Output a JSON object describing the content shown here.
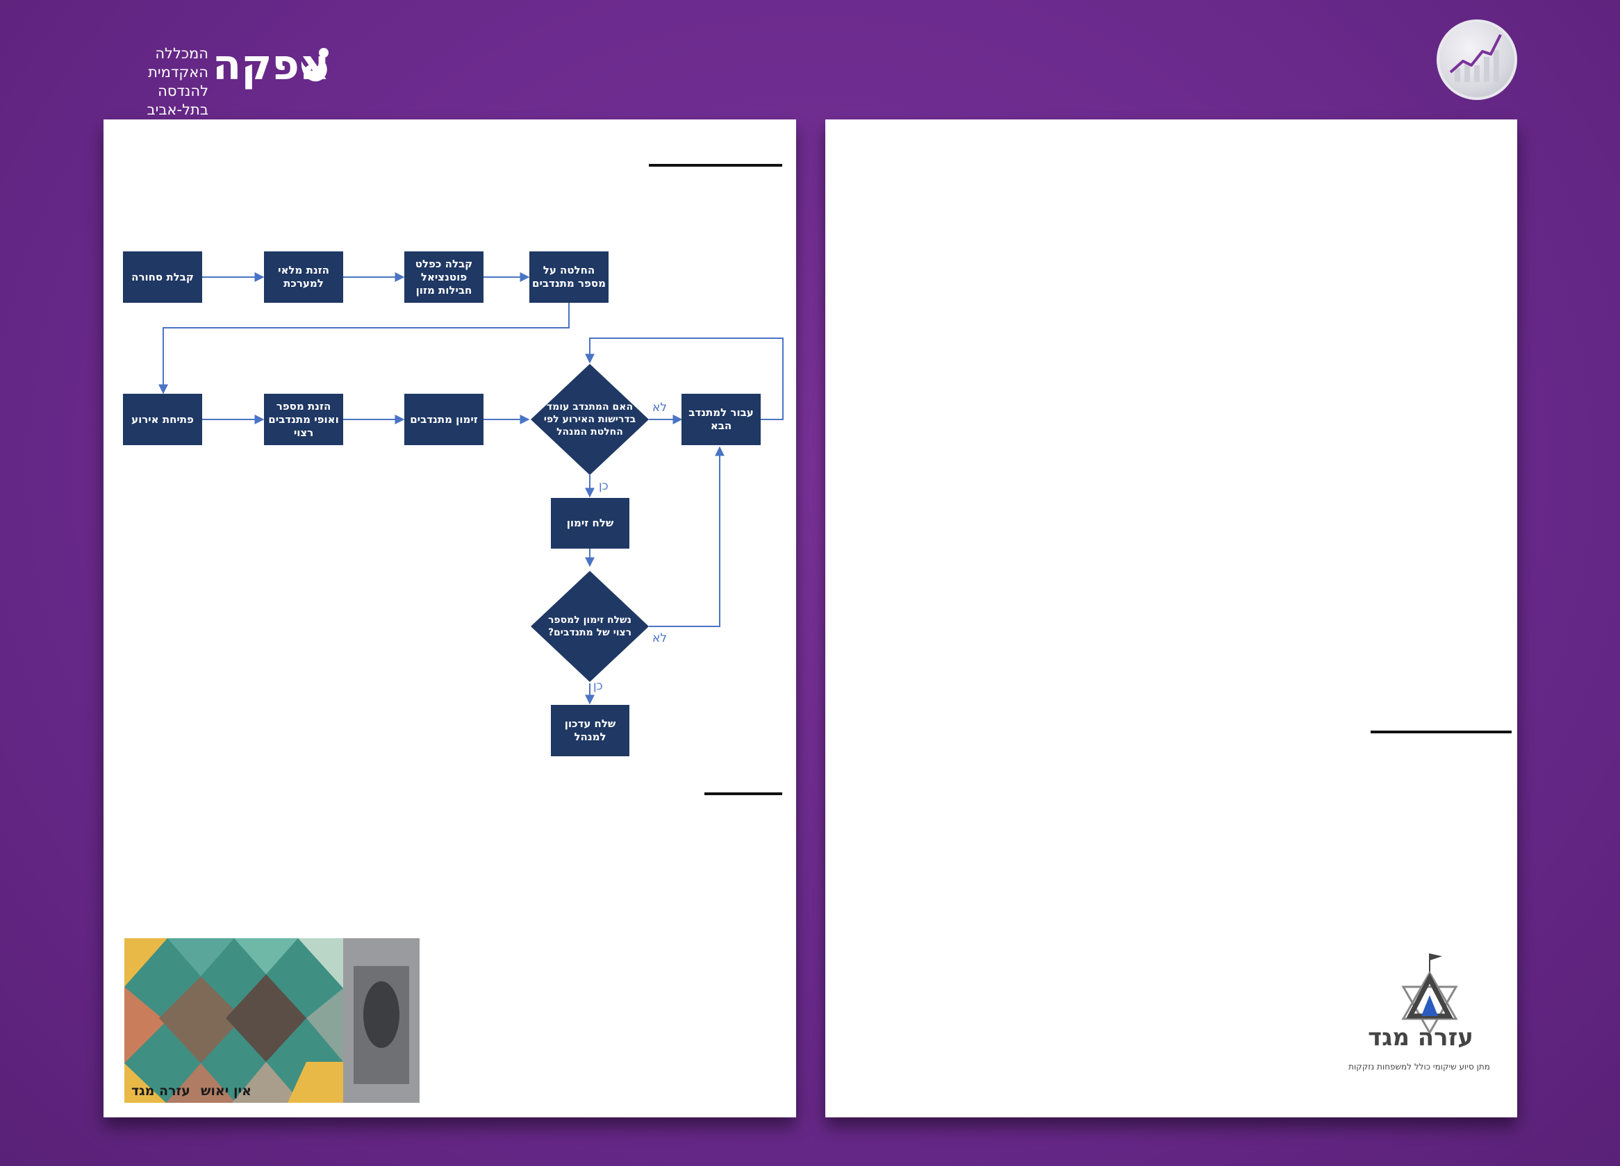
{
  "header": {
    "afeka": {
      "name": "אפקה",
      "subtitle_line1": "המכללה האקדמית",
      "subtitle_line2": "להנדסה בתל-אביב"
    },
    "badge_icon": "rising-chart-icon"
  },
  "flowchart": {
    "nodes": {
      "receive_goods": "קבלת סחורה",
      "enter_inventory": "הזנת מלאי\nלמערכת",
      "receive_output": "קבלה כפלט\nפוטנציאל\nחבילות מזון",
      "decide_volunteers": "החלטה על\nמספר מתנדבים",
      "open_event": "פתיחת אירוע",
      "enter_count": "הזנת מספר\nואופי מתנדבים\nרצוי",
      "invite_volunteers": "זימון מתנדבים",
      "check_requirements": "האם המתנדב עומד\nבדרישות האירוע לפי\nהחלטת המנהל",
      "next_volunteer": "עבור למתנדב\nהבא",
      "send_invite": "שלח זימון",
      "check_count": "נשלח זימון למספר\nרצוי של מתנדבים?",
      "send_update": "שלח עדכון\nלמנהל"
    },
    "edge_labels": {
      "no_1": "לא",
      "yes_1": "כן",
      "no_2": "לא",
      "yes_2": "כן"
    },
    "colors": {
      "node_fill": "#1f3864",
      "edge_line": "#4a74c4"
    }
  },
  "collage": {
    "logo_ezra": "עזרה מגד",
    "logo_other": "אין יאוש"
  },
  "ezra_logo": {
    "name": "עזרה מגד",
    "tagline": "מתן סיוע שיקומי כולל למשפחות נזקקות"
  }
}
